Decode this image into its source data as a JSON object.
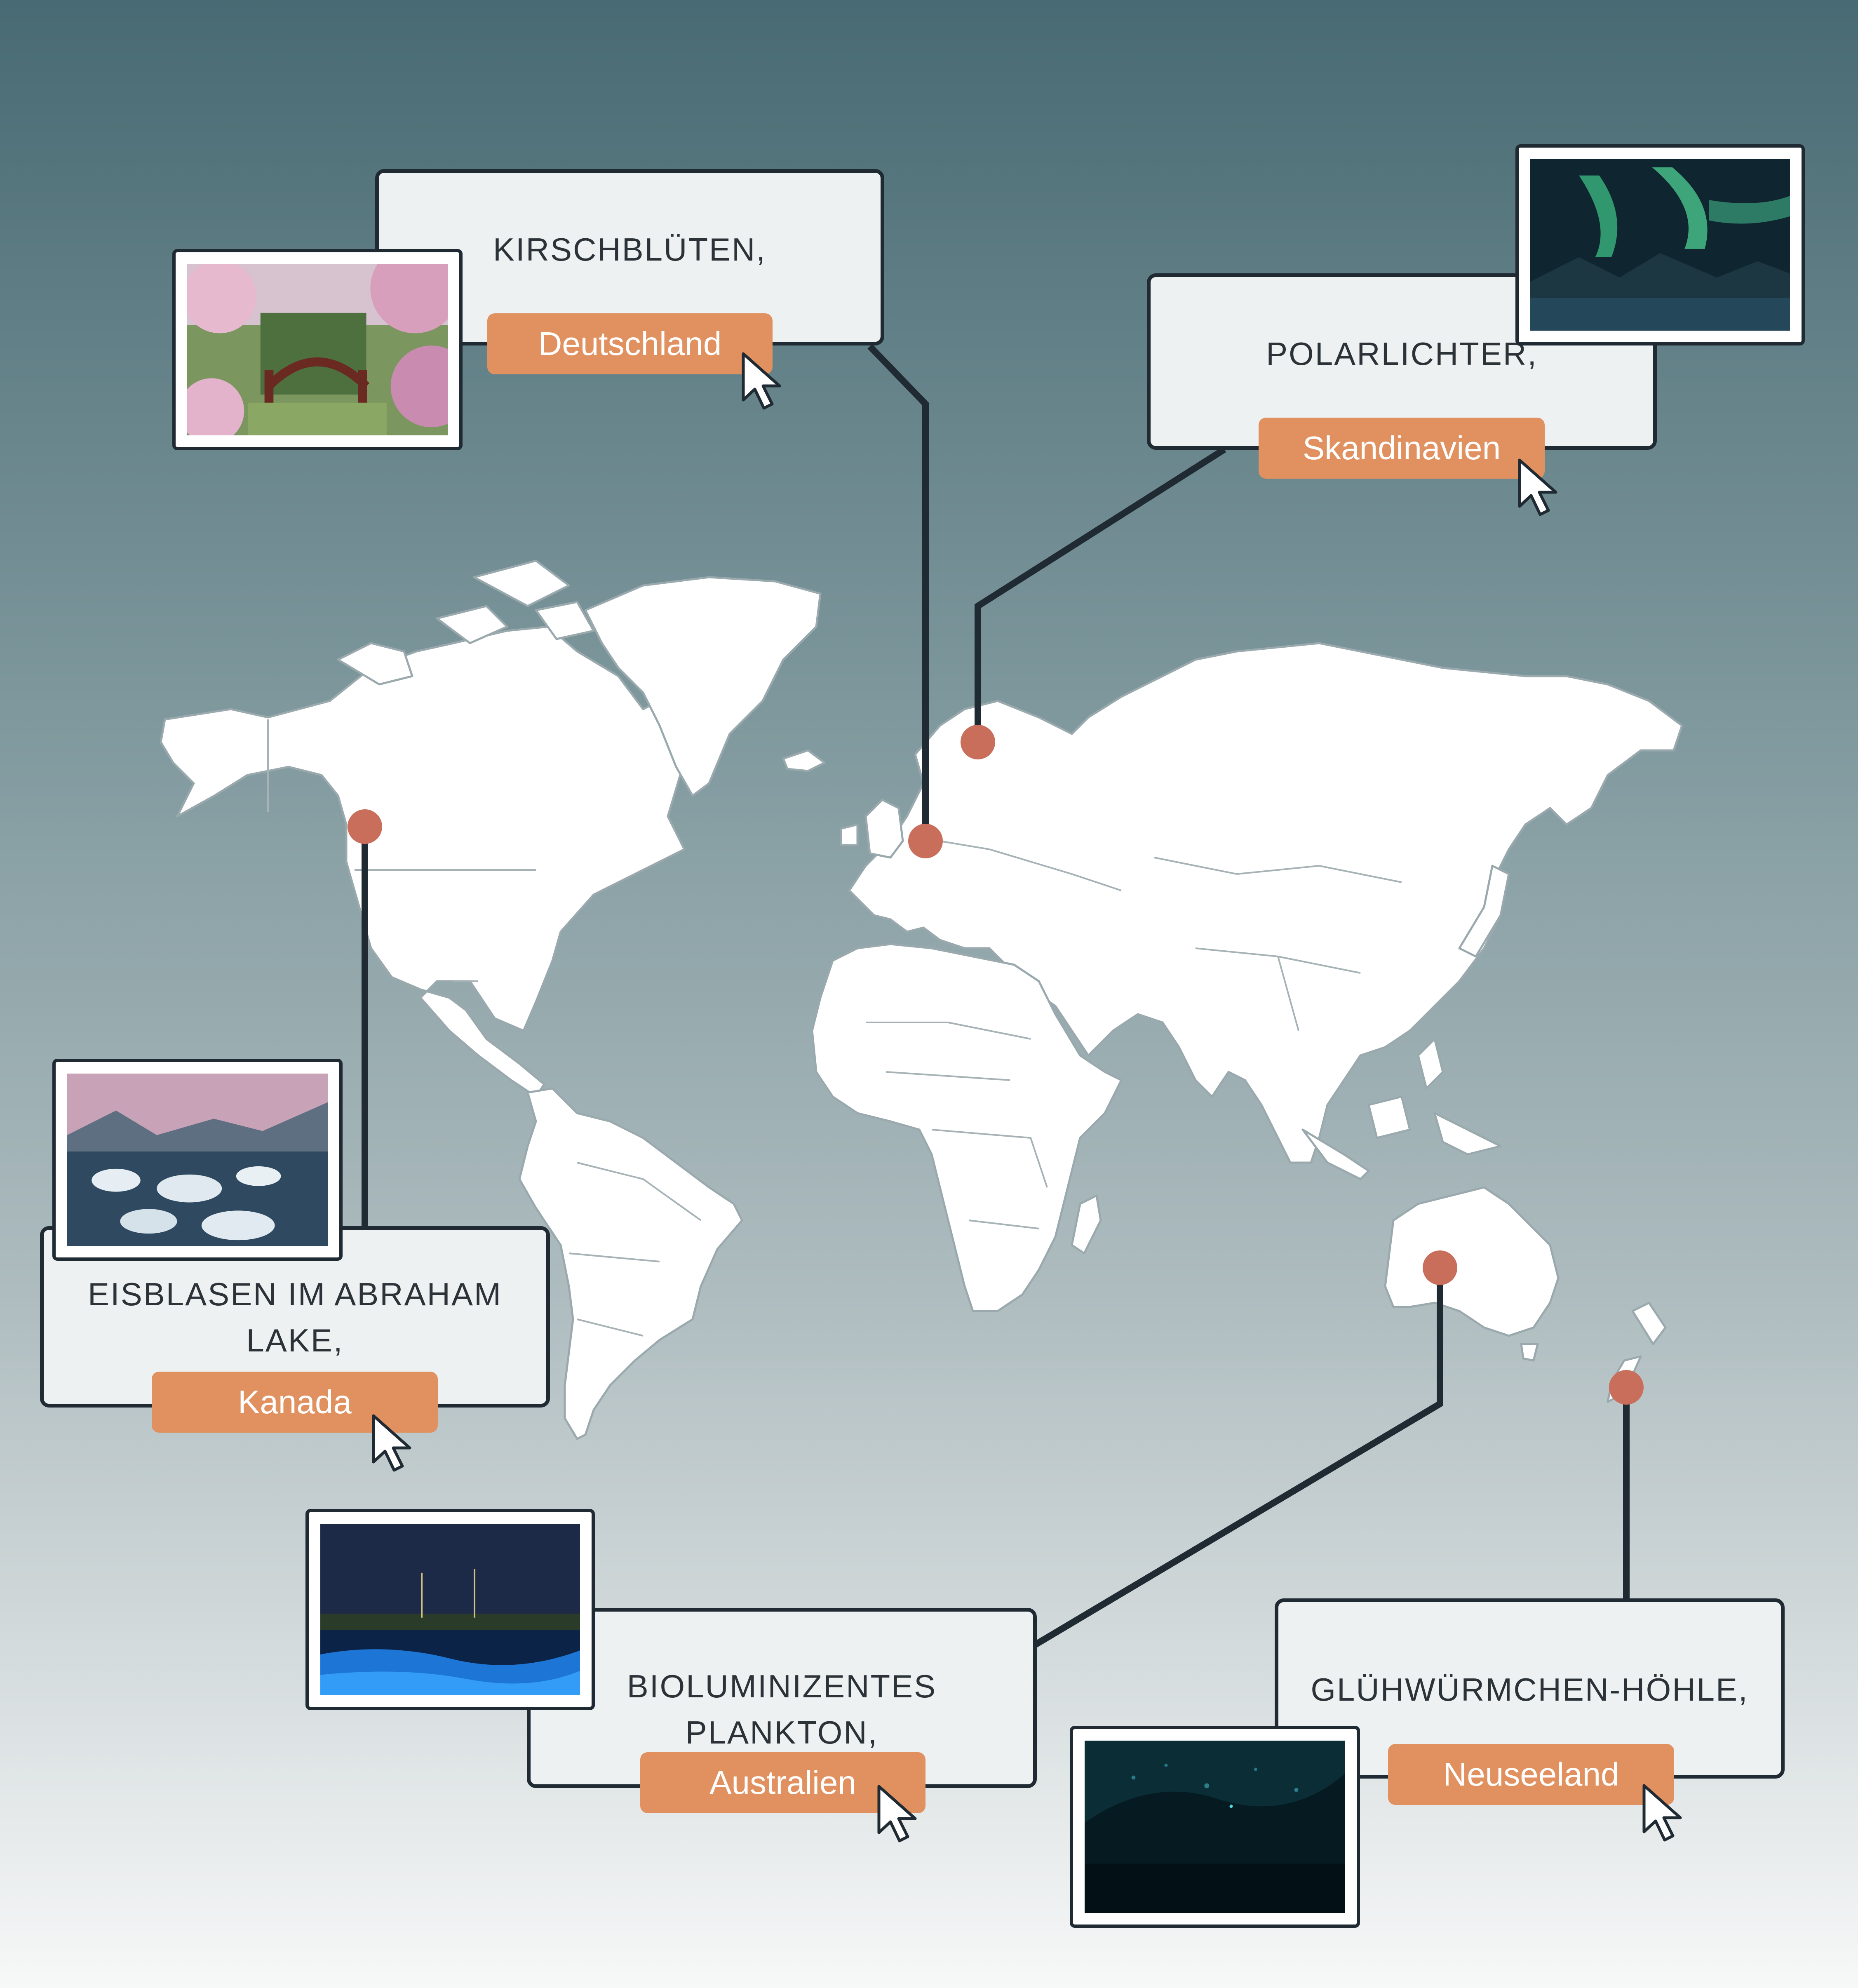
{
  "locations": [
    {
      "id": "deutschland",
      "title": "KIRSCHBLÜTEN,",
      "country": "Deutschland",
      "photo": "cherry-blossom-bridge-photo"
    },
    {
      "id": "skandinavien",
      "title": "POLARLICHTER,",
      "country": "Skandinavien",
      "photo": "northern-lights-photo"
    },
    {
      "id": "kanada",
      "title": "EISBLASEN IM ABRAHAM\nLAKE,",
      "country": "Kanada",
      "photo": "ice-bubbles-lake-photo"
    },
    {
      "id": "australien",
      "title": "BIOLUMINIZENTES\nPLANKTON,",
      "country": "Australien",
      "photo": "bioluminescent-bay-photo"
    },
    {
      "id": "neuseeland",
      "title": "GLÜHWÜRMCHEN-HÖHLE,",
      "country": "Neuseeland",
      "photo": "glowworm-cave-photo"
    }
  ],
  "colors": {
    "accent": "#e0915f",
    "pin": "#c86e5a",
    "outline": "#1f2a33",
    "card": "#eef1f2",
    "land": "#ffffff"
  }
}
